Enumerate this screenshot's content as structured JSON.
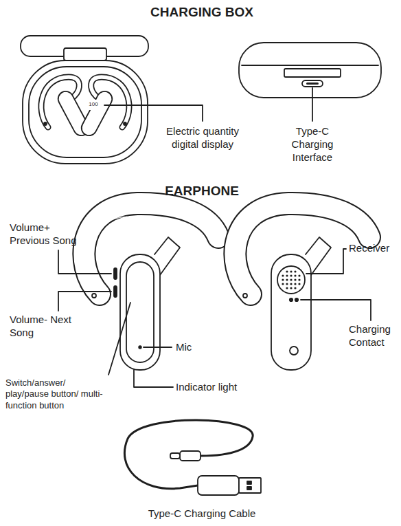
{
  "diagram": {
    "labels": [
      "CHARGING BOX",
      "100",
      "Electric quantity digital display",
      "Type-C Charging Interface",
      "EARPHONE",
      "Volume+ Previous Song",
      "Volume- Next Song",
      "Mic",
      "Switch/answer/ play/pause button/ multi-function button",
      "Indicator light",
      "Receiver",
      "Charging Contact",
      "Type-C Charging Cable"
    ]
  }
}
